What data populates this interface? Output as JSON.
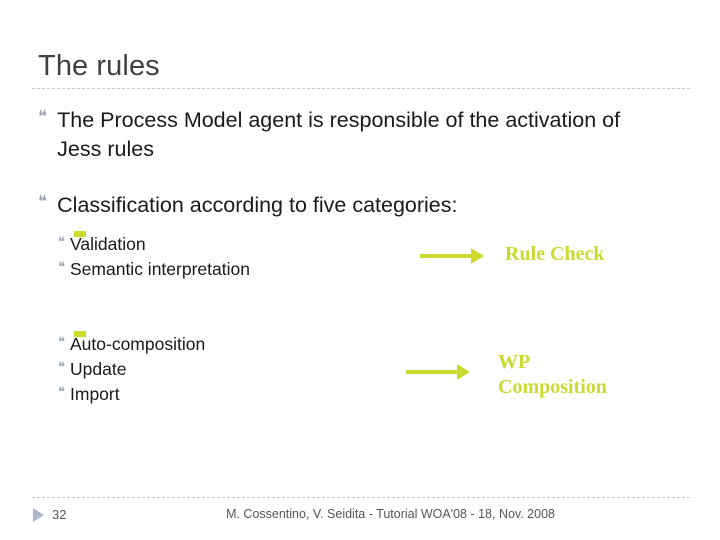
{
  "slide": {
    "title": "The rules",
    "bullet_glyph_level1": "❝",
    "bullet_glyph_level2": "❝",
    "accent_color": "#ccd92e",
    "bullet_color": "#9aa4b4",
    "text_color": "#1a1a1a",
    "divider_color": "#c9c9cf"
  },
  "bullets": [
    {
      "text": "The Process Model agent is responsible of the activation of Jess rules"
    },
    {
      "text": "Classification according to five categories:"
    }
  ],
  "groups": [
    {
      "items": [
        {
          "text": "Validation"
        },
        {
          "text": "Semantic interpretation"
        }
      ],
      "arrow": "arrow-right",
      "label": "Rule Check"
    },
    {
      "items": [
        {
          "text": "Auto-composition"
        },
        {
          "text": "Update"
        },
        {
          "text": "Import"
        }
      ],
      "arrow": "arrow-right",
      "label": "WP\nComposition"
    }
  ],
  "footer": {
    "page_number": "32",
    "citation": "M. Cossentino, V. Seidita - Tutorial WOA'08 - 18, Nov. 2008"
  }
}
